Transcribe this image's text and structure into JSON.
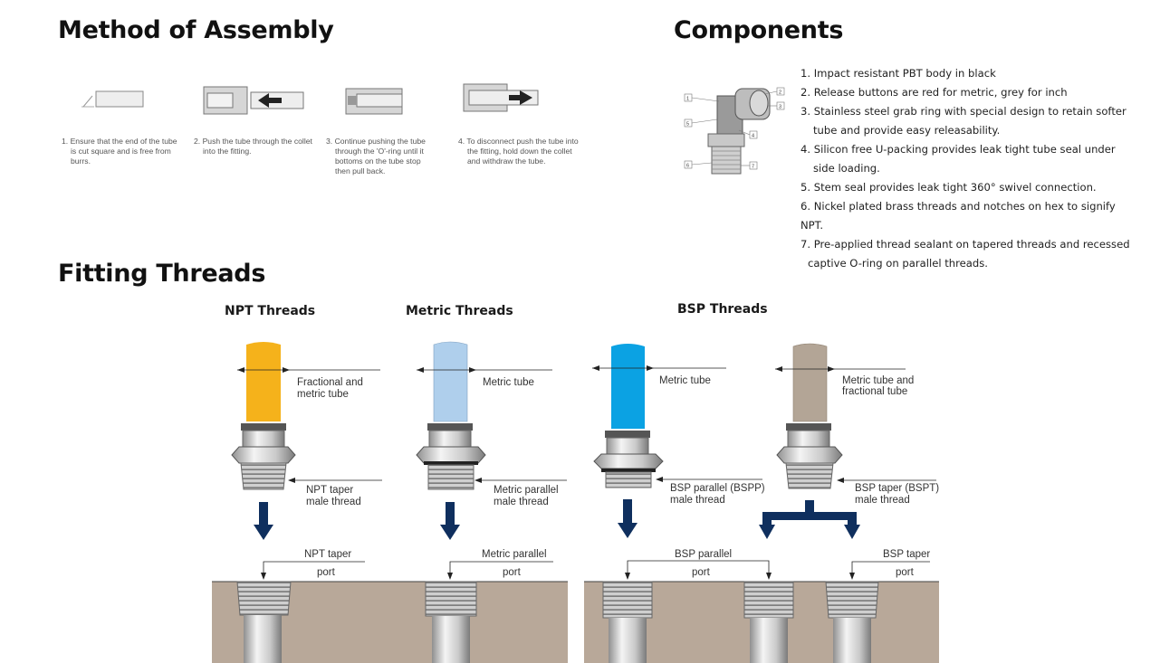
{
  "headings": {
    "assembly": "Method of Assembly",
    "components": "Components",
    "threads": "Fitting Threads"
  },
  "assembly_steps": [
    {
      "num": "1.",
      "lines": [
        "Ensure that the end of the tube",
        "is cut square and is free from",
        "burrs."
      ]
    },
    {
      "num": "2.",
      "lines": [
        "Push the tube through the collet",
        "into the fitting."
      ]
    },
    {
      "num": "3.",
      "lines": [
        "Continue pushing the tube",
        "through the 'O'-ring until it",
        "bottoms on the tube stop",
        "then pull back."
      ]
    },
    {
      "num": "4.",
      "lines": [
        "To disconnect push the tube into",
        "the fitting, hold down the collet",
        "and withdraw the tube."
      ]
    }
  ],
  "component_callouts": [
    "1",
    "2",
    "3",
    "4",
    "5",
    "6",
    "7"
  ],
  "components": [
    {
      "num": "1.",
      "lines": [
        "Impact resistant PBT body in black"
      ]
    },
    {
      "num": "2.",
      "lines": [
        "Release buttons are red for metric, grey for inch"
      ]
    },
    {
      "num": "3.",
      "lines": [
        "Stainless steel grab ring with special design to retain softer",
        "tube and provide easy releasability."
      ]
    },
    {
      "num": "4.",
      "lines": [
        "Silicon free U-packing provides leak tight tube seal under",
        "side loading."
      ]
    },
    {
      "num": "5.",
      "lines": [
        "Stem seal provides leak tight 360° swivel connection."
      ]
    },
    {
      "num": "6.",
      "lines": [
        "Nickel plated brass threads and notches on hex to signify NPT."
      ]
    },
    {
      "num": "7.",
      "lines": [
        "Pre-applied thread sealant on tapered threads and recessed",
        "captive O-ring on parallel threads."
      ]
    }
  ],
  "threads": {
    "npt": {
      "title": "NPT Threads",
      "tube": [
        "Fractional and",
        "metric tube"
      ],
      "male": [
        "NPT taper",
        "male thread"
      ],
      "port": [
        "NPT taper",
        "port"
      ],
      "tube_color": "#F5B21B"
    },
    "metric": {
      "title": "Metric Threads",
      "tube": [
        "Metric tube"
      ],
      "male": [
        "Metric parallel",
        "male thread"
      ],
      "port": [
        "Metric parallel",
        "port"
      ],
      "tube_color": "#AFCFEC"
    },
    "bsp": {
      "title": "BSP Threads",
      "bspp_tube": [
        "Metric tube"
      ],
      "bspp_male": [
        "BSP parallel (BSPP)",
        "male thread"
      ],
      "bspp_port": [
        "BSP parallel",
        "port"
      ],
      "bspt_tube": [
        "Metric tube and",
        "fractional tube"
      ],
      "bspt_male": [
        "BSP taper (BSPT)",
        "male thread"
      ],
      "bspt_port": [
        "BSP taper",
        "port"
      ],
      "bspp_color": "#0BA2E3",
      "bspt_color": "#B3A596"
    },
    "arrow_color": "#0F2F5E",
    "ground_color": "#B8A899"
  }
}
